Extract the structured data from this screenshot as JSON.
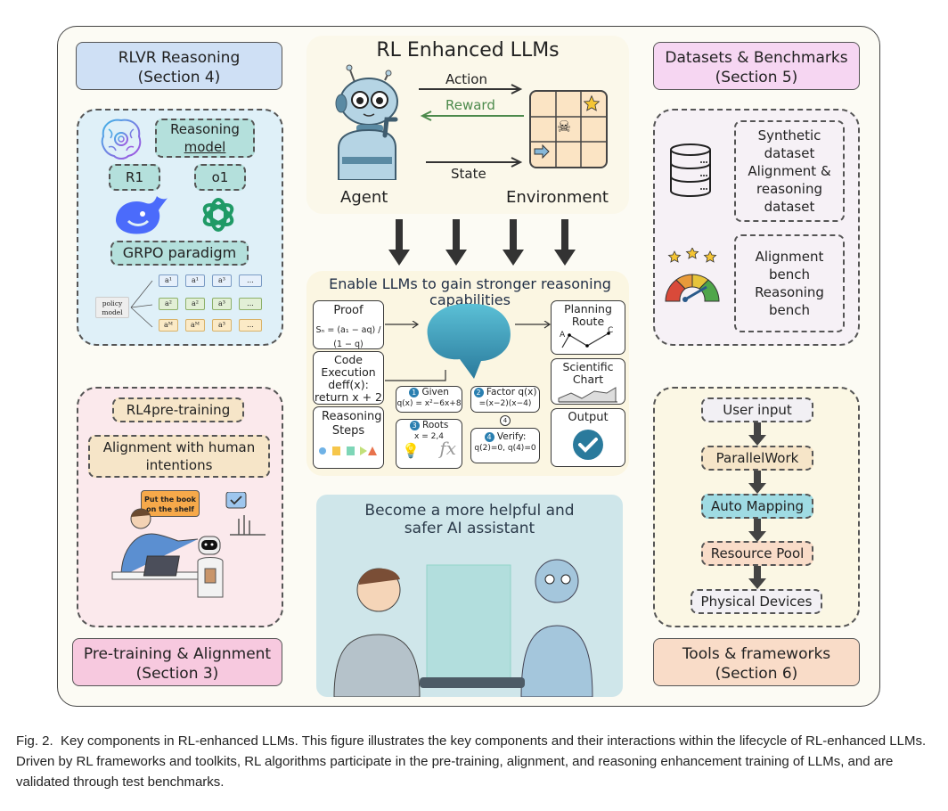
{
  "figure": {
    "center_title": "RL Enhanced LLMs",
    "rl_loop": {
      "action": "Action",
      "reward": "Reward",
      "state": "State",
      "agent": "Agent",
      "environment": "Environment"
    },
    "reasoning_panel": {
      "title": "Enable LLMs to gain stronger reasoning capabilities",
      "proof_label": "Proof",
      "proof_formula": "Sₙ = (a₁ − aq) / (1 − q)",
      "code_label": "Code Execution",
      "code_lines": [
        "deff(x):",
        "return x + 2"
      ],
      "steps_label": "Reasoning Steps",
      "planning_label": "Planning Route",
      "chart_label": "Scientific Chart",
      "output_label": "Output",
      "step1": {
        "num": "1",
        "title": "Given",
        "detail": "q(x) = x²−6x+8"
      },
      "step2": {
        "num": "2",
        "title": "Factor q(x)",
        "detail": "=(x−2)(x−4)"
      },
      "step3": {
        "num": "3",
        "title": "Roots",
        "detail": "x = 2,4"
      },
      "step4": {
        "num": "4",
        "title": "Verify:",
        "detail": "q(2)=0, q(4)=0"
      },
      "route_a": "A",
      "route_c": "C",
      "fx": "fx"
    },
    "assistant_panel": {
      "title_line1": "Become a more helpful and",
      "title_line2": "safer AI assistant"
    },
    "sections": {
      "rlvr": {
        "title_line1": "RLVR Reasoning",
        "title_line2": "(Section 4)",
        "reasoning_model": [
          "Reasoning",
          "model"
        ],
        "r1": "R1",
        "o1": "o1",
        "grpo": "GRPO paradigm",
        "policy_model": [
          "policy",
          "model"
        ],
        "grpo_rows": [
          [
            "a¹",
            "a¹",
            "a³",
            "..."
          ],
          [
            "a²",
            "a²",
            "a³",
            "..."
          ],
          [
            "aᴹ",
            "aᴹ",
            "a³",
            "..."
          ]
        ]
      },
      "datasets": {
        "title_line1": "Datasets & Benchmarks",
        "title_line2": "(Section 5)",
        "dataset_box": [
          "Synthetic",
          "dataset",
          "Alignment &",
          "reasoning",
          "dataset"
        ],
        "bench_box": [
          "Alignment",
          "bench",
          "Reasoning",
          "bench"
        ]
      },
      "pretraining": {
        "title_line1": "Pre-training & Alignment",
        "title_line2": "(Section 3)",
        "rl4pre": "RL4pre-training",
        "alignment": [
          "Alignment with human",
          "intentions"
        ],
        "speech": [
          "Put the book",
          "on the shelf"
        ]
      },
      "tools": {
        "title_line1": "Tools & frameworks",
        "title_line2": "(Section 6)",
        "pipeline": [
          "User input",
          "ParallelWork",
          "Auto Mapping",
          "Resource Pool",
          "Physical Devices"
        ]
      }
    },
    "colors": {
      "rlvr_title": "#cfe0f5",
      "rlvr_panel": "#dff0f8",
      "rlvr_box": "#b4e0dc",
      "datasets_title": "#f6d6f2",
      "datasets_panel": "#f6f1f6",
      "pretraining_title": "#f7c9df",
      "pretraining_panel": "#fbe9ec",
      "tools_title": "#f9dcc8",
      "tools_panel": "#fbf7e4",
      "reward_green": "#4c8a4c",
      "brain_blue": "#3a98b8",
      "deepseek_blue": "#4b6bfb",
      "openai_green": "#1f9a66"
    }
  },
  "caption": {
    "label": "Fig. 2.",
    "text": "Key components in RL-enhanced LLMs. This figure illustrates the key components and their interactions within the lifecycle of RL-enhanced LLMs. Driven by RL frameworks and toolkits, RL algorithms participate in the pre-training, alignment, and reasoning enhancement training of LLMs, and are validated through test benchmarks."
  }
}
